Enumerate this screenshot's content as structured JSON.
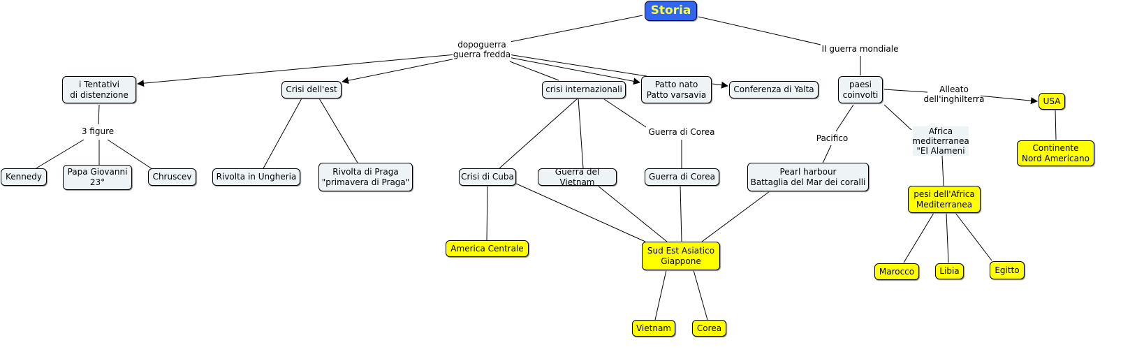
{
  "colors": {
    "root_fill": "#3366ee",
    "root_text": "#ffff33",
    "concept_fill": "#eef3f5",
    "highlight_fill": "#ffff00"
  },
  "root": "Storia",
  "links": {
    "dopoguerra": "dopoguerra\nguerra fredda",
    "seconda_guerra": "II guerra mondiale",
    "tre_figure": "3 figure",
    "guerra_corea": "Guerra di Corea",
    "pacifico": "Pacifico",
    "africa": "Africa\nmediterranea\n\"El Alameni",
    "alleato": "Alleato\ndell'inghilterra"
  },
  "concepts": {
    "tentativi": "i Tentativi\ndi distenzione",
    "crisi_est": "Crisi dell'est",
    "crisi_int": "crisi internazionali",
    "patto": "Patto nato\nPatto varsavia",
    "yalta": "Conferenza di Yalta",
    "paesi": "paesi\ncoinvolti",
    "usa": "USA",
    "continente": "Continente\nNord Americano",
    "kennedy": "Kennedy",
    "papa": "Papa Giovanni\n23°",
    "chruscev": "Chruscev",
    "ungheria": "Rivolta in Ungheria",
    "praga": "Rivolta di Praga\n\"primavera di Praga\"",
    "cuba": "Crisi di Cuba",
    "vietnam_war": "Guerra del Vietnam",
    "corea_war": "Guerra di Corea",
    "pearl": "Pearl harbour\nBattaglia del Mar dei coralli",
    "africa_paesi": "pesi dell'Africa\nMediterranea",
    "america": "America Centrale",
    "sudest": "Sud Est Asiatico\nGiappone",
    "marocco": "Marocco",
    "libia": "Libia",
    "egitto": "Egitto",
    "vietnam": "Vietnam",
    "corea": "Corea"
  }
}
